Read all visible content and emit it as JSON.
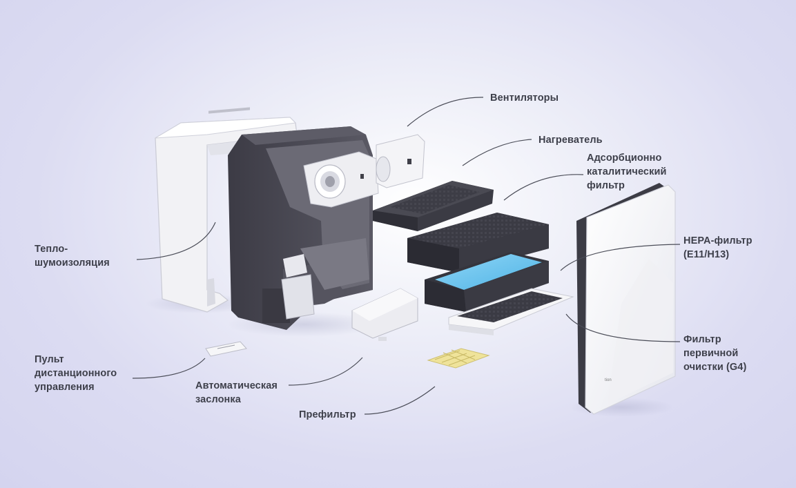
{
  "labels": {
    "fans": "Вентиляторы",
    "heater": "Нагреватель",
    "adsorption_filter": "Адсорбционно\nкаталитический\nфильтр",
    "hepa_filter": "HEPA-фильтр\n(E11/H13)",
    "primary_filter": "Фильтр\nпервичной\nочистки (G4)",
    "insulation": "Тепло-\nшумоизоляция",
    "remote": "Пульт\nдистанционного\nуправления",
    "damper": "Автоматическая\nзаслонка",
    "prefilter": "Префильтр"
  },
  "colors": {
    "text": "#3d3f4a",
    "leader_line": "#4a4c57",
    "housing": "#4b4a55",
    "hepa_media": "#6cc4ef",
    "filter_dark": "#3d3d46",
    "prefilter_yellow": "#e9dc8a"
  },
  "front_panel_logo": "tion"
}
